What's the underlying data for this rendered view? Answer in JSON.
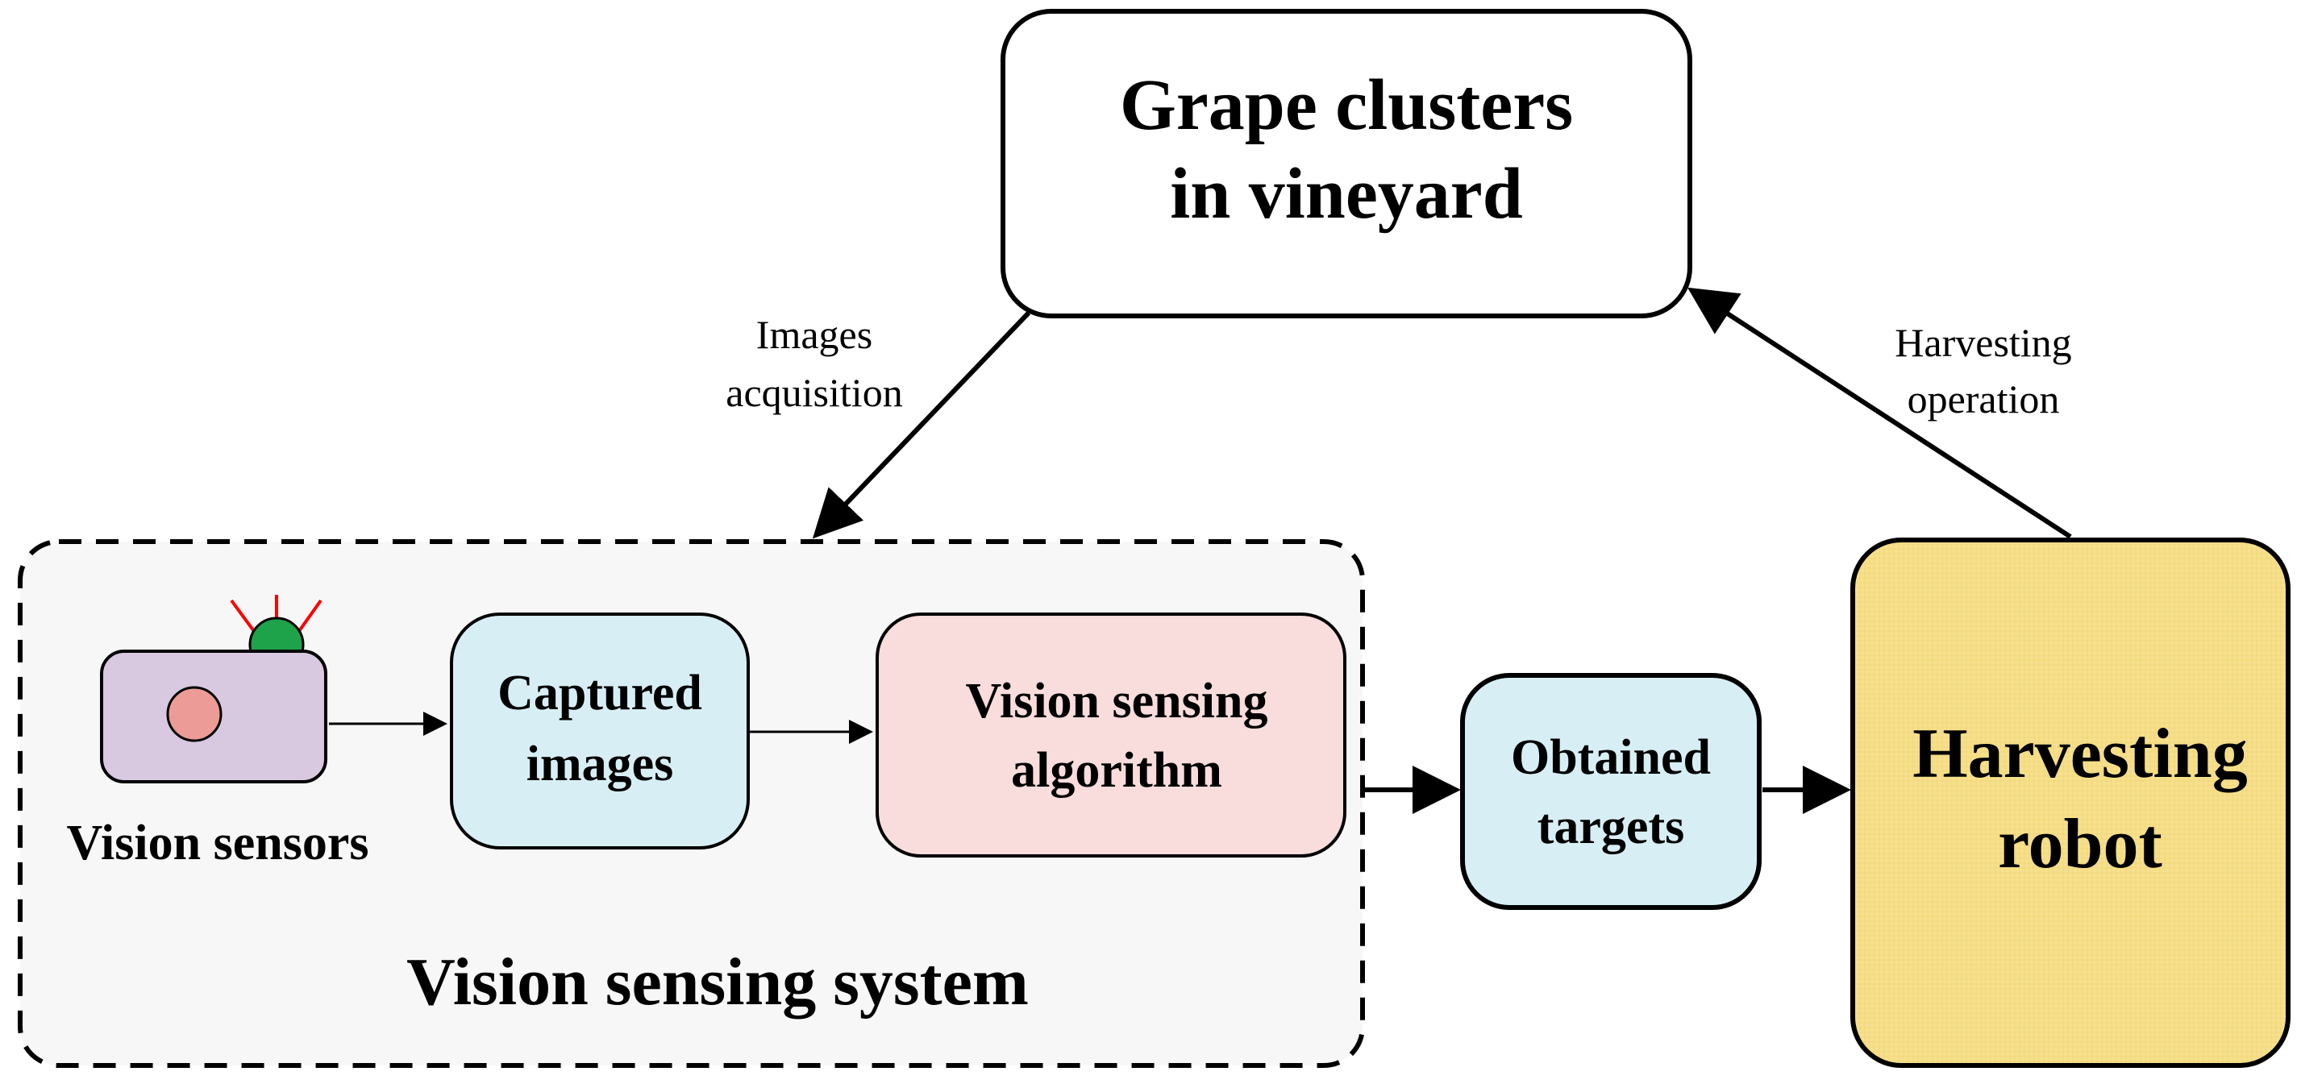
{
  "nodes": {
    "grape": {
      "line1": "Grape clusters",
      "line2": "in vineyard"
    },
    "sensors": {
      "label": "Vision sensors"
    },
    "captured": {
      "line1": "Captured",
      "line2": "images"
    },
    "algorithm": {
      "line1": "Vision sensing",
      "line2": "algorithm"
    },
    "targets": {
      "line1": "Obtained",
      "line2": "targets"
    },
    "robot": {
      "line1": "Harvesting",
      "line2": "robot"
    },
    "system": {
      "label": "Vision sensing system"
    }
  },
  "edges": {
    "acquisition": {
      "line1": "Images",
      "line2": "acquisition"
    },
    "harvesting": {
      "line1": "Harvesting",
      "line2": "operation"
    }
  },
  "colors": {
    "line": "#000000",
    "system_fill": "#f7f7f7",
    "camera_body": "#d8c8e0",
    "camera_lens": "#ec9b96",
    "camera_led": "#1fa34a",
    "camera_rays": "#ff0000",
    "captured_fill": "#d7eff4",
    "algorithm_fill": "#f9dcdc",
    "targets_fill": "#d7eff4",
    "robot_fill": "#f7e08d"
  }
}
